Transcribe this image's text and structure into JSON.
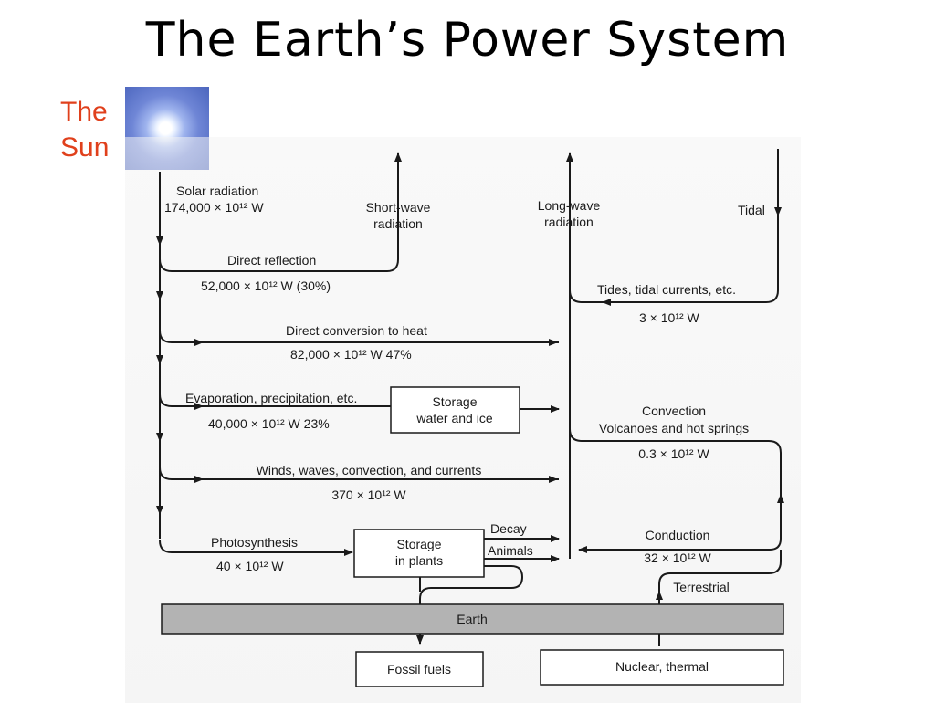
{
  "title": "The Earth’s Power System",
  "sun": {
    "line1": "The",
    "line2": "Sun"
  },
  "labels": {
    "solar_radiation": "Solar radiation",
    "solar_value": "174,000 × 10¹² W",
    "short_wave": [
      "Short-wave",
      "radiation"
    ],
    "long_wave": [
      "Long-wave",
      "radiation"
    ],
    "tidal": "Tidal",
    "direct_reflection": "Direct reflection",
    "direct_reflection_value": "52,000 × 10¹² W (30%)",
    "tides": "Tides, tidal currents, etc.",
    "tides_value": "3 × 10¹² W",
    "direct_conversion": "Direct conversion to heat",
    "direct_conversion_value": "82,000 × 10¹² W 47%",
    "evaporation": "Evaporation, precipitation, etc.",
    "evaporation_value": "40,000 × 10¹² W 23%",
    "storage_water": [
      "Storage",
      "water and ice"
    ],
    "convection": "Convection",
    "volcanoes": "Volcanoes and hot springs",
    "convection_value": "0.3 × 10¹² W",
    "winds": "Winds, waves, convection, and currents",
    "winds_value": "370 × 10¹² W",
    "photosynthesis": "Photosynthesis",
    "photosynthesis_value": "40 × 10¹² W",
    "storage_plants": [
      "Storage",
      "in plants"
    ],
    "decay": "Decay",
    "animals": "Animals",
    "conduction": "Conduction",
    "conduction_value": "32 × 10¹² W",
    "terrestrial": "Terrestrial",
    "earth": "Earth",
    "fossil_fuels": "Fossil fuels",
    "nuclear": "Nuclear, thermal"
  }
}
